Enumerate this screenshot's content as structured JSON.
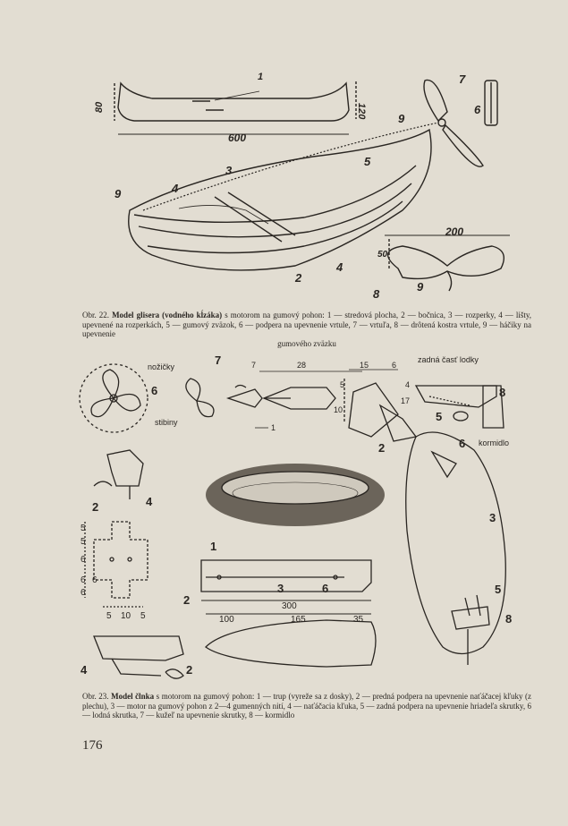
{
  "figure22": {
    "labels": {
      "n1": "1",
      "n2": "2",
      "n3": "3",
      "n4": "4",
      "n5": "5",
      "n6": "6",
      "n7": "7",
      "n8": "8",
      "n9a": "9",
      "n9b": "9",
      "n9c": "9",
      "dim80": "80",
      "dim120": "120",
      "dim600": "600",
      "dim200": "200",
      "dim50": "50"
    },
    "caption": {
      "prefix": "Obr. 22.",
      "title": "Model glisera (vodného kĺzáka)",
      "body": " s motorom na gumový pohon: 1 — stredová plocha, 2 — bočnica, 3 — rozperky, 4 — lišty, upevnené na rozperkách, 5 — gumový zväzok, 6 — podpera na upevnenie vrtule, 7 — vrtuľa, 8 — drôtená kostra vrtule, 9 — háčiky na upevnenie",
      "tail": "gumového zväzku"
    }
  },
  "figure23": {
    "labels": {
      "nozicky": "nožičky",
      "stibiny": "stibiny",
      "zadna": "zadná časť lodky",
      "kormidlo": "kormidlo",
      "d28": "28",
      "d7": "7",
      "d15": "15",
      "d6": "6",
      "d5": "5",
      "d4": "4",
      "d17": "17",
      "d10": "10",
      "d1": "1",
      "n7": "7",
      "n6a": "6",
      "n8a": "8",
      "n5a": "5",
      "n6b": "6",
      "n2a": "2",
      "n3a": "3",
      "n5b": "5",
      "n8b": "8",
      "n2b": "2",
      "n4a": "4",
      "n1": "1",
      "n2c": "2",
      "n3b": "3",
      "n6c": "6",
      "n4b": "4",
      "n2d": "2",
      "s5a": "5",
      "s5b": "5",
      "s6a": "6",
      "s6b": "6",
      "s6c": "6",
      "s6d": "6",
      "b5a": "5",
      "b10": "10",
      "b5b": "5",
      "d300": "300",
      "d100": "100",
      "d165": "165",
      "d35": "35"
    },
    "caption": {
      "prefix": "Obr. 23.",
      "title": "Model člnka",
      "body": " s motorom na gumový pohon: 1 — trup (vyreže sa z dosky), 2 — predná podpera na upevnenie naťáčacej kľuky (z plechu), 3 — motor na gumový pohon z 2—4 gumenných nití, 4 — naťáčacia kľuka, 5 — zadná podpera na upevnenie hriadeľa skrutky, 6 — lodná skrutka, 7 — kužeľ na upevnenie skrutky, 8 — kormidlo"
    }
  },
  "page_number": "176"
}
